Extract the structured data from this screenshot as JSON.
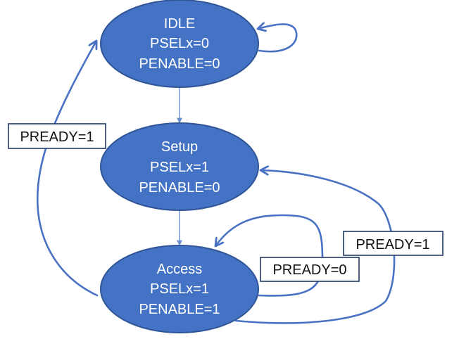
{
  "diagram": {
    "states": [
      {
        "id": "idle",
        "lines": [
          "IDLE",
          "PSELx=0",
          "PENABLE=0"
        ]
      },
      {
        "id": "setup",
        "lines": [
          "Setup",
          "PSELx=1",
          "PENABLE=0"
        ]
      },
      {
        "id": "access",
        "lines": [
          "Access",
          "PSELx=1",
          "PENABLE=1"
        ]
      }
    ],
    "transitions": [
      {
        "id": "idle-self",
        "from": "idle",
        "to": "idle",
        "label": ""
      },
      {
        "id": "idle-to-setup",
        "from": "idle",
        "to": "setup",
        "label": ""
      },
      {
        "id": "setup-to-access",
        "from": "setup",
        "to": "access",
        "label": ""
      },
      {
        "id": "access-self",
        "from": "access",
        "to": "access",
        "label": "PREADY=0"
      },
      {
        "id": "access-to-setup",
        "from": "access",
        "to": "setup",
        "label": "PREADY=1"
      },
      {
        "id": "access-to-idle",
        "from": "access",
        "to": "idle",
        "label": "PREADY=1"
      }
    ],
    "colors": {
      "state_fill": "#4472c4",
      "state_border": "#2f5597",
      "state_text": "#ffffff",
      "edge": "#4a72c4",
      "label_border": "#1f3864"
    }
  }
}
